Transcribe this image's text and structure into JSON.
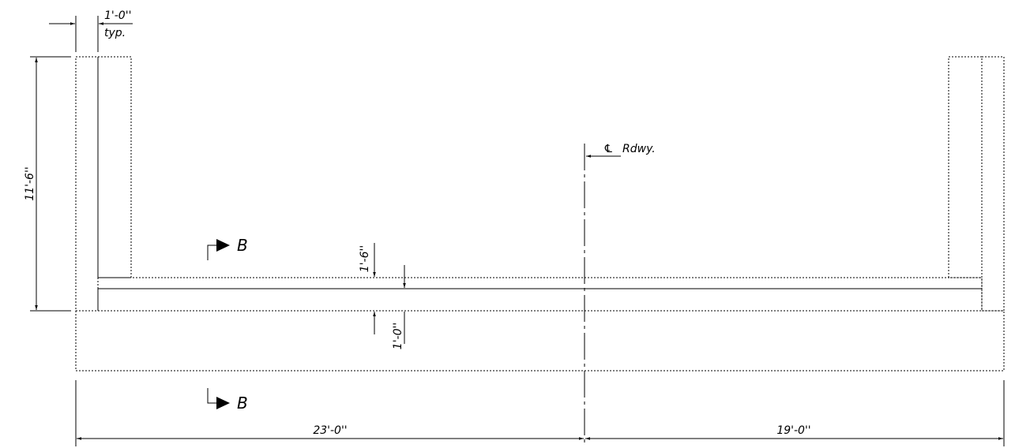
{
  "dimensions": {
    "wall_thickness": "1'-0''",
    "wall_thickness_note": "typ.",
    "wall_height": "11'-6''",
    "slab_thickness": "1'-6''",
    "lower_thickness": "1'-0''",
    "left_span": "23'-0''",
    "right_span": "19'-0''"
  },
  "labels": {
    "centerline_symbol": "℄",
    "centerline_text": "Rdwy.",
    "section_top": "B",
    "section_bottom": "B"
  }
}
